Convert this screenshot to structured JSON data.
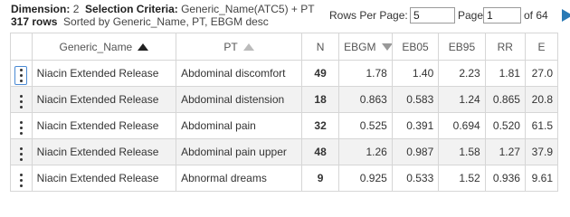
{
  "header": {
    "dimension_label": "Dimension:",
    "dimension_value": "2",
    "criteria_label": "Selection Criteria:",
    "criteria_value": "Generic_Name(ATC5) + PT",
    "rows_count": "317 rows",
    "sort_text": "Sorted by Generic_Name, PT, EBGM desc",
    "rows_per_page_label": "Rows Per Page:",
    "rows_per_page_value": "5",
    "page_label": "Page:",
    "page_value": "1",
    "page_total": "of 64"
  },
  "table": {
    "columns": [
      "",
      "Generic_Name",
      "PT",
      "N",
      "EBGM",
      "EB05",
      "EB95",
      "RR",
      "E"
    ],
    "rows": [
      {
        "generic_name": "Niacin Extended Release",
        "pt": "Abdominal discomfort",
        "n": "49",
        "ebgm": "1.78",
        "eb05": "1.40",
        "eb95": "2.23",
        "rr": "1.81",
        "e": "27.0"
      },
      {
        "generic_name": "Niacin Extended Release",
        "pt": "Abdominal distension",
        "n": "18",
        "ebgm": "0.863",
        "eb05": "0.583",
        "eb95": "1.24",
        "rr": "0.865",
        "e": "20.8"
      },
      {
        "generic_name": "Niacin Extended Release",
        "pt": "Abdominal pain",
        "n": "32",
        "ebgm": "0.525",
        "eb05": "0.391",
        "eb95": "0.694",
        "rr": "0.520",
        "e": "61.5"
      },
      {
        "generic_name": "Niacin Extended Release",
        "pt": "Abdominal pain upper",
        "n": "48",
        "ebgm": "1.26",
        "eb05": "0.987",
        "eb95": "1.58",
        "rr": "1.27",
        "e": "37.9"
      },
      {
        "generic_name": "Niacin Extended Release",
        "pt": "Abnormal dreams",
        "n": "9",
        "ebgm": "0.925",
        "eb05": "0.533",
        "eb95": "1.52",
        "rr": "0.936",
        "e": "9.61"
      }
    ]
  },
  "icons": {
    "row_menu": "kebab-menu-icon",
    "sort_asc": "sort-ascending-icon",
    "sort_desc": "sort-descending-icon",
    "next_page": "next-page-arrow-icon"
  },
  "colors": {
    "accent": "#2a7ab5",
    "alt_row": "#f2f2f2",
    "border": "#d6d6d6"
  }
}
